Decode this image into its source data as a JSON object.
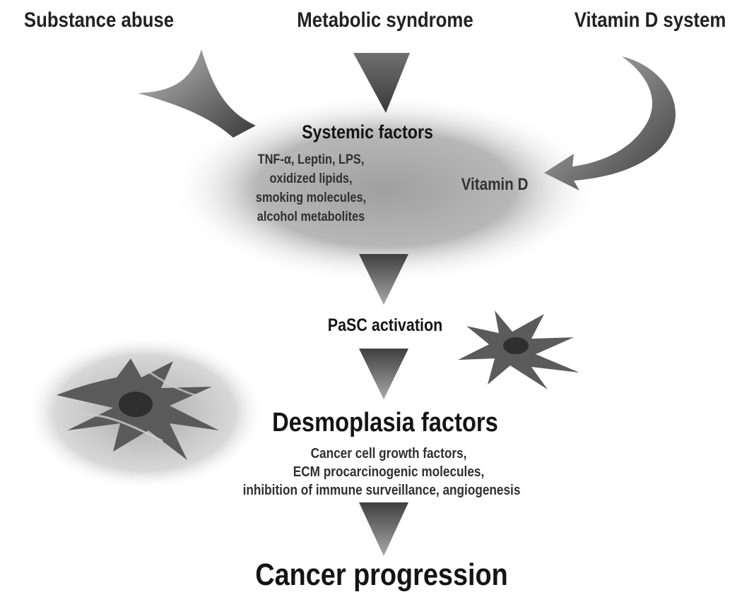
{
  "sources": {
    "substance_abuse": "Substance abuse",
    "metabolic_syndrome": "Metabolic syndrome",
    "vitamin_d_system": "Vitamin D system"
  },
  "systemic": {
    "title": "Systemic factors",
    "items": [
      "TNF-α, Leptin, LPS,",
      "oxidized lipids,",
      "smoking molecules,",
      "alcohol metabolites"
    ],
    "vitamin_d": "Vitamin D"
  },
  "pasc": {
    "label": "PaSC activation"
  },
  "desmoplasia": {
    "title": "Desmoplasia factors",
    "items": [
      "Cancer cell growth factors,",
      "ECM procarcinogenic molecules,",
      "inhibition of immune surveillance, angiogenesis"
    ]
  },
  "outcome": {
    "label": "Cancer progression"
  },
  "colors": {
    "arrow_dark": "#3a3a3a",
    "arrow_light": "#9a9a9a",
    "halo": "#8f8f8f",
    "cell": "#5a5a5a",
    "nucleus": "#2e2e2e"
  }
}
